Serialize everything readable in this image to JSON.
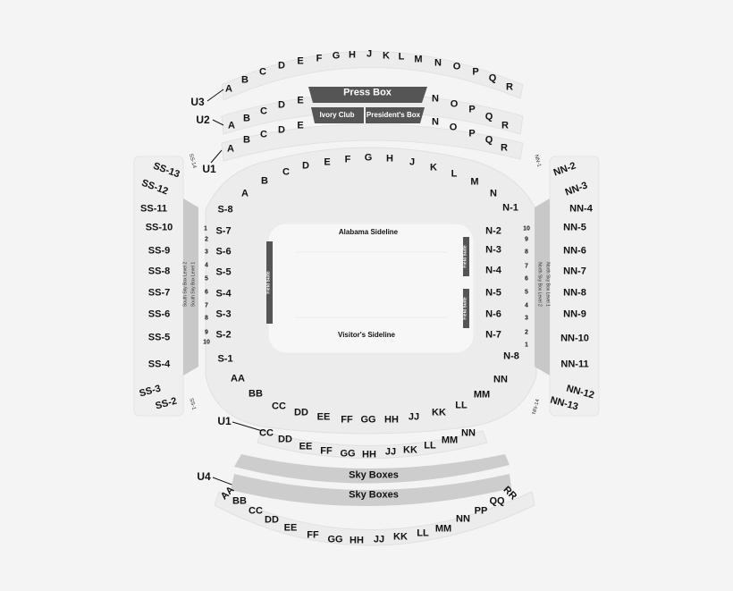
{
  "upper_levels": {
    "u3_label": "U3",
    "u2_label": "U2",
    "u1_label": "U1",
    "u4_label": "U4",
    "u3_sections": [
      "A",
      "B",
      "C",
      "D",
      "E",
      "F",
      "G",
      "H",
      "J",
      "K",
      "L",
      "M",
      "N",
      "O",
      "P",
      "Q",
      "R"
    ],
    "u2_sections_left": [
      "A",
      "B",
      "C",
      "D",
      "E"
    ],
    "u2_sections_right": [
      "N",
      "O",
      "P",
      "Q",
      "R"
    ],
    "u1_sections_left": [
      "A",
      "B",
      "C",
      "D",
      "E"
    ],
    "u1_sections_right": [
      "N",
      "O",
      "P",
      "Q",
      "R"
    ],
    "press_box": "Press Box",
    "ivory_club": "Ivory Club",
    "presidents_box": "President's Box"
  },
  "lower_bowl": {
    "north_arc": [
      "A",
      "B",
      "C",
      "D",
      "E",
      "F",
      "G",
      "H",
      "J",
      "K",
      "L",
      "M",
      "N"
    ],
    "west_side": [
      "S-8",
      "S-7",
      "S-6",
      "S-5",
      "S-4",
      "S-3",
      "S-2",
      "S-1"
    ],
    "east_side": [
      "N-1",
      "N-2",
      "N-3",
      "N-4",
      "N-5",
      "N-6",
      "N-7",
      "N-8"
    ],
    "south_arc": [
      "AA",
      "BB",
      "CC",
      "DD",
      "EE",
      "FF",
      "GG",
      "HH",
      "JJ",
      "KK",
      "LL",
      "MM",
      "NN"
    ],
    "west_rows": [
      "1",
      "2",
      "3",
      "4",
      "5",
      "6",
      "7",
      "8",
      "9",
      "10"
    ],
    "east_rows": [
      "10",
      "9",
      "8",
      "7",
      "6",
      "5",
      "4",
      "3",
      "2",
      "1"
    ]
  },
  "outer_sections": {
    "ss_left": [
      "SS-13",
      "SS-12",
      "SS-11",
      "SS-10",
      "SS-9",
      "SS-8",
      "SS-7",
      "SS-6",
      "SS-5",
      "SS-4",
      "SS-3",
      "SS-2"
    ],
    "nn_right": [
      "NN-2",
      "NN-3",
      "NN-4",
      "NN-5",
      "NN-6",
      "NN-7",
      "NN-8",
      "NN-9",
      "NN-10",
      "NN-11",
      "NN-12",
      "NN-13"
    ],
    "ss14": "SS-14",
    "ss1": "SS-1",
    "nn1": "NN-1",
    "nn14": "NN-14"
  },
  "sky_box_levels": {
    "south_level_2": "South Sky Box Level 2",
    "south_level_1": "South Sky Box Level 1",
    "north_level_2": "North Sky Box Level 2",
    "north_level_1": "North Sky Box Level 1"
  },
  "field": {
    "alabama_sideline": "Alabama Sideline",
    "visitors_sideline": "Visitor's Sideline",
    "field_suite_left": "Field Suite",
    "field_suite_right_top": "Field Suite",
    "field_suite_right_bottom": "Field Suite"
  },
  "u1_lower": {
    "u1_label": "U1",
    "sections": [
      "CC",
      "DD",
      "EE",
      "FF",
      "GG",
      "HH",
      "JJ",
      "KK",
      "LL",
      "MM",
      "NN"
    ]
  },
  "sky_boxes": {
    "upper": "Sky Boxes",
    "lower": "Sky Boxes"
  },
  "u4": {
    "sections": [
      "AA",
      "BB",
      "CC",
      "DD",
      "EE",
      "FF",
      "GG",
      "HH",
      "JJ",
      "KK",
      "LL",
      "MM",
      "NN",
      "PP",
      "QQ",
      "RR"
    ]
  }
}
